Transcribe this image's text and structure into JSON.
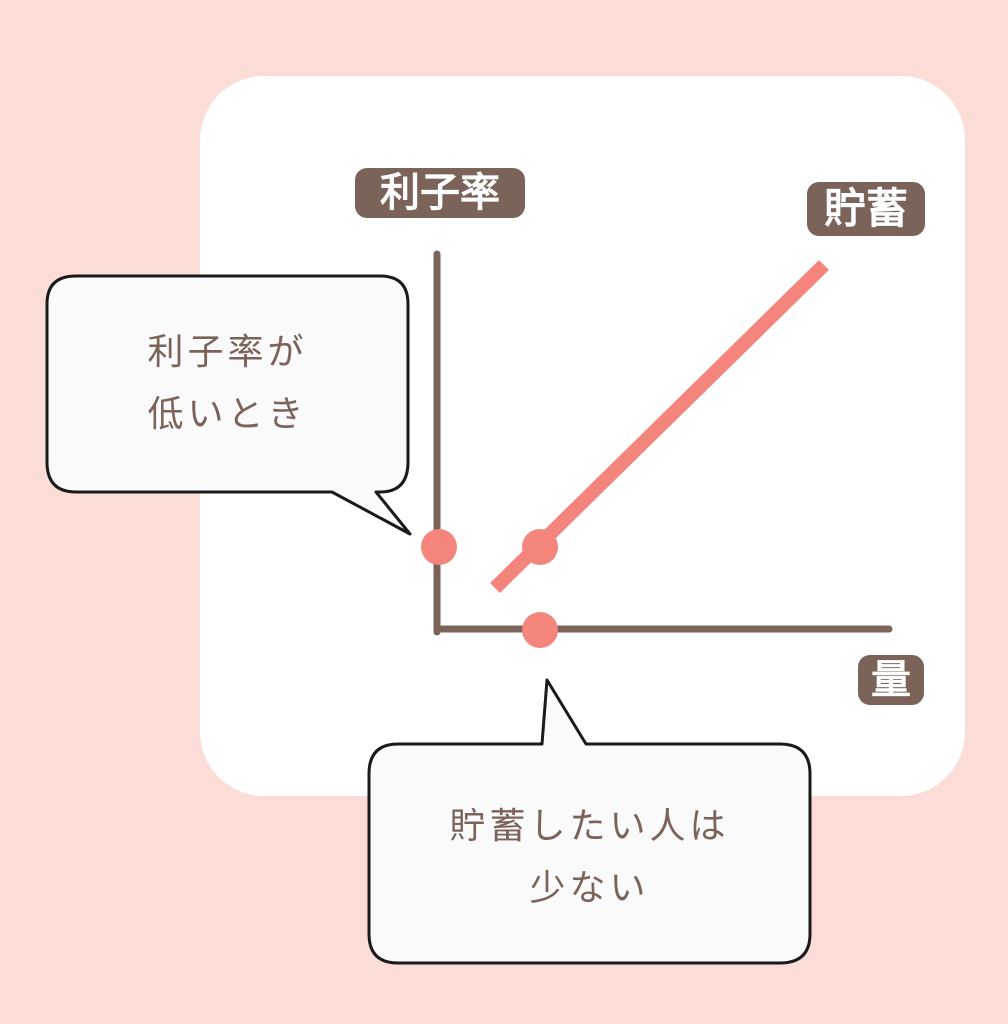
{
  "labels": {
    "y_axis": "利子率",
    "line": "貯蓄",
    "x_axis": "量"
  },
  "bubbles": {
    "left": {
      "line1": "利子率が",
      "line2": "低いとき"
    },
    "bottom": {
      "line1": "貯蓄したい人は",
      "line2": "少ない"
    }
  },
  "colors": {
    "background": "#fcdcd7",
    "card": "#ffffff",
    "axis": "#7b6359",
    "line": "#f4857c",
    "text": "#7b6359"
  }
}
